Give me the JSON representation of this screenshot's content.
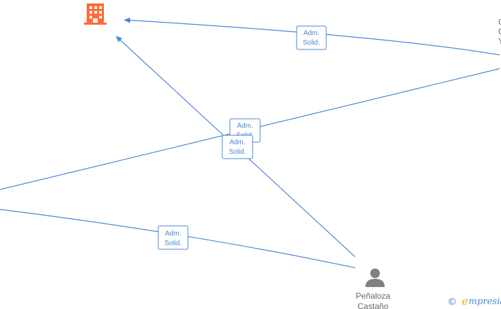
{
  "colors": {
    "edge": "#4a86d4",
    "company_icon": "#ff6b35",
    "person_icon": "#808080",
    "label_text": "#666666",
    "brand_accent": "#f5a623"
  },
  "nodes": {
    "company": {
      "icon": "building-icon",
      "label": ""
    },
    "person": {
      "icon": "person-icon",
      "label_line1": "Peñaloza",
      "label_line2": "Castaño"
    },
    "right_cut_off": {
      "lines": [
        "C",
        "C",
        "Y"
      ]
    }
  },
  "edges": [
    {
      "label_line1": "Adm.",
      "label_line2": "Solid."
    },
    {
      "label_line1": "Adm.",
      "label_line2": "Solid."
    },
    {
      "label_line1": "Adm.",
      "label_line2": "Solid."
    },
    {
      "label_line1": "Adm.",
      "label_line2": "Solid."
    }
  ],
  "watermark": {
    "symbol": "©",
    "brand_initial": "e",
    "brand_rest": "mpresia"
  }
}
